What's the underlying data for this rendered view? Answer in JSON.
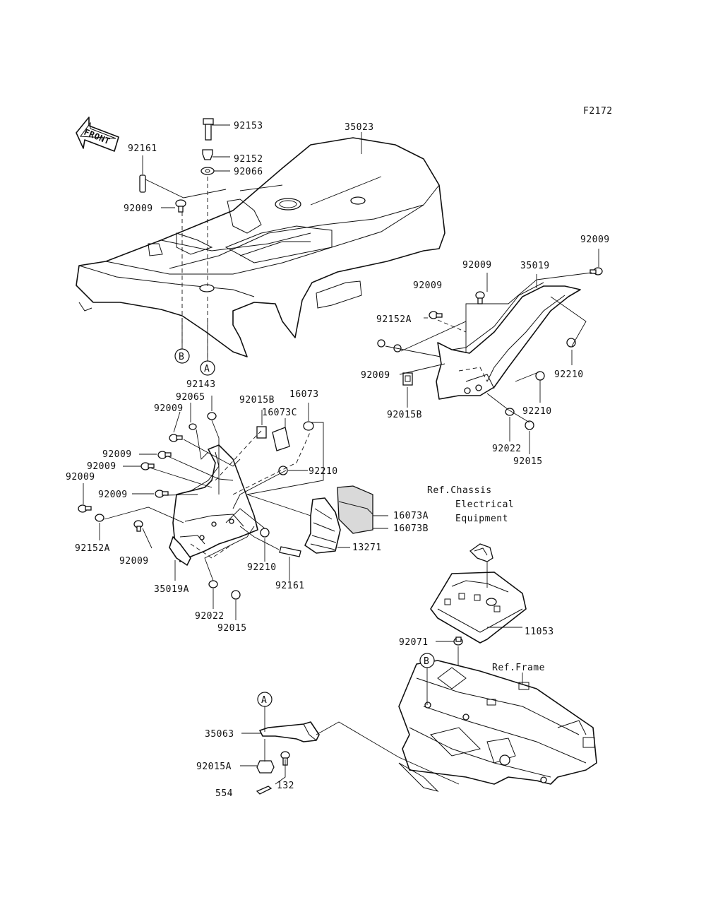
{
  "figure_code": "F2172",
  "front_arrow": "FRONT",
  "callouts": {
    "a_top": "A",
    "b_top": "B",
    "a_bottom": "A",
    "b_bottom": "B"
  },
  "labels": [
    "92153",
    "92152",
    "92066",
    "92161",
    "92009",
    "35023",
    "92009",
    "92009",
    "35019",
    "92009",
    "92152A",
    "92009",
    "92210",
    "92015B",
    "92210",
    "92022",
    "92015",
    "92143",
    "92065",
    "92009",
    "92015B",
    "16073",
    "16073C",
    "92009",
    "92009",
    "92009",
    "92009",
    "92152A",
    "92009",
    "92210",
    "35019A",
    "92210",
    "92161",
    "92022",
    "92015",
    "16073A",
    "16073B",
    "13271",
    "Ref.Chassis",
    "Electrical",
    "Equipment",
    "11053",
    "92071",
    "Ref.Frame",
    "35063",
    "92015A",
    "132",
    "554"
  ]
}
